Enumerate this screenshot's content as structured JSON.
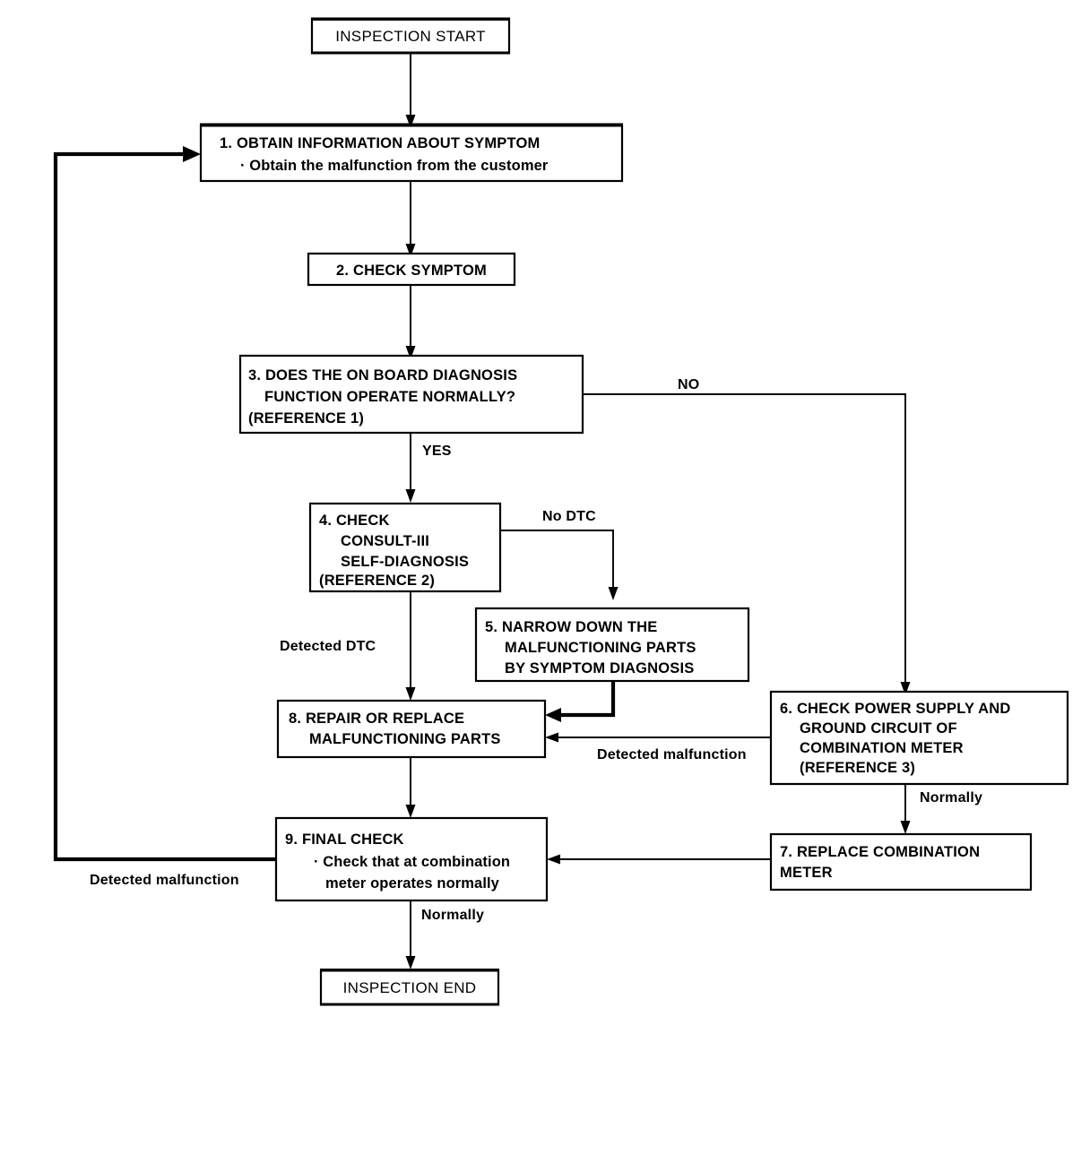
{
  "diagram": {
    "title": "Combination meter diagnosis work flow",
    "type": "flowchart",
    "background_color": "#ffffff",
    "line_color": "#000000"
  },
  "nodes": {
    "start": {
      "id": "start",
      "shape": "terminator",
      "lines": [
        "INSPECTION START"
      ],
      "line1": "INSPECTION START"
    },
    "step1": {
      "id": "step1",
      "shape": "process",
      "line1": "1. OBTAIN INFORMATION ABOUT SYMPTOM",
      "line2": "· Obtain the malfunction from the customer"
    },
    "step2": {
      "id": "step2",
      "shape": "process",
      "line1": "2. CHECK SYMPTOM"
    },
    "step3": {
      "id": "step3",
      "shape": "process",
      "line1": "3. DOES THE ON BOARD DIAGNOSIS",
      "line2": "FUNCTION OPERATE NORMALLY?",
      "line3": "(REFERENCE 1)"
    },
    "step4": {
      "id": "step4",
      "shape": "process",
      "line1": "4. CHECK",
      "line2": "CONSULT-III",
      "line3": "SELF-DIAGNOSIS",
      "line4": "(REFERENCE 2)"
    },
    "step5": {
      "id": "step5",
      "shape": "process",
      "line1": "5. NARROW DOWN THE",
      "line2": "MALFUNCTIONING PARTS",
      "line3": "BY SYMPTOM DIAGNOSIS"
    },
    "step6": {
      "id": "step6",
      "shape": "process",
      "line1": "6. CHECK POWER SUPPLY AND",
      "line2": "GROUND CIRCUIT OF",
      "line3": "COMBINATION METER",
      "line4": "(REFERENCE 3)"
    },
    "step7": {
      "id": "step7",
      "shape": "process",
      "line1": "7. REPLACE COMBINATION",
      "line2": "METER"
    },
    "step8": {
      "id": "step8",
      "shape": "process",
      "line1": "8. REPAIR OR REPLACE",
      "line2": "MALFUNCTIONING PARTS"
    },
    "step9": {
      "id": "step9",
      "shape": "process",
      "line1": "9. FINAL CHECK",
      "line2": "· Check that at combination",
      "line3": "meter operates normally"
    },
    "end": {
      "id": "end",
      "shape": "terminator",
      "line1": "INSPECTION END"
    }
  },
  "edge_labels": {
    "no": "NO",
    "yes": "YES",
    "no_dtc": "No DTC",
    "detected_dtc": "Detected DTC",
    "detected_malfunction_6_to_8": "Detected malfunction",
    "normally_6_to_7": "Normally",
    "detected_malfunction_9_to_1": "Detected malfunction",
    "normally_9_to_end": "Normally"
  }
}
